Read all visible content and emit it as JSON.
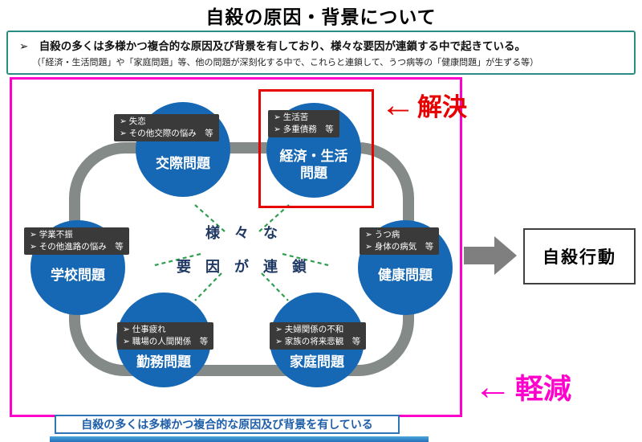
{
  "title": "自殺の原因・背景について",
  "summary": {
    "line1": "➢　自殺の多くは多様かつ複合的な原因及び背景を有しており、様々な要因が連鎖する中で起きている。",
    "line2": "（「経済・生活問題」や「家庭問題」等、他の問題が深刻化する中で、これらと連鎖して、うつ病等の「健康問題」が生ずる等）"
  },
  "circles": [
    {
      "name": "交際問題",
      "label_lines": [
        "交際問題"
      ],
      "details": [
        "➢ 失恋",
        "➢ その他交際の悩み　等"
      ]
    },
    {
      "name": "経済・生活問題",
      "label_lines": [
        "経済・生活",
        "問題"
      ],
      "details": [
        "➢ 生活苦",
        "➢ 多重債務　等"
      ]
    },
    {
      "name": "学校問題",
      "label_lines": [
        "学校問題"
      ],
      "details": [
        "➢ 学業不振",
        "➢ その他進路の悩み　等"
      ]
    },
    {
      "name": "健康問題",
      "label_lines": [
        "健康問題"
      ],
      "details": [
        "➢ うつ病",
        "➢ 身体の病気　等"
      ]
    },
    {
      "name": "勤務問題",
      "label_lines": [
        "勤務問題"
      ],
      "details": [
        "➢ 仕事疲れ",
        "➢ 職場の人間関係　等"
      ]
    },
    {
      "name": "家庭問題",
      "label_lines": [
        "家庭問題"
      ],
      "details": [
        "➢ 夫婦関係の不和",
        "➢ 家族の将来悲観　等"
      ]
    }
  ],
  "center": {
    "line1": "様　々　な",
    "line2": "要　因　が　連　鎖"
  },
  "annotations": {
    "arrow": "←",
    "kaiketsu": "解決",
    "keigen": "軽減"
  },
  "outcome": "自殺行動",
  "bottom_caption": "自殺の多くは多様かつ複合的な原因及び背景を有している",
  "colors": {
    "circle_blue": "#1768b4",
    "detail_dark": "#3a3a3a",
    "ring_gray": "#838a88",
    "accent_red": "#e60000",
    "accent_magenta": "#ff00cc",
    "center_navy": "#1f3864",
    "teal_border": "#2a8c82",
    "caption_blue": "#1f5fa9",
    "bar_blue": "#2570ba",
    "dash_green": "#2f9e4f",
    "arrow_gray": "#7f7f7f"
  }
}
